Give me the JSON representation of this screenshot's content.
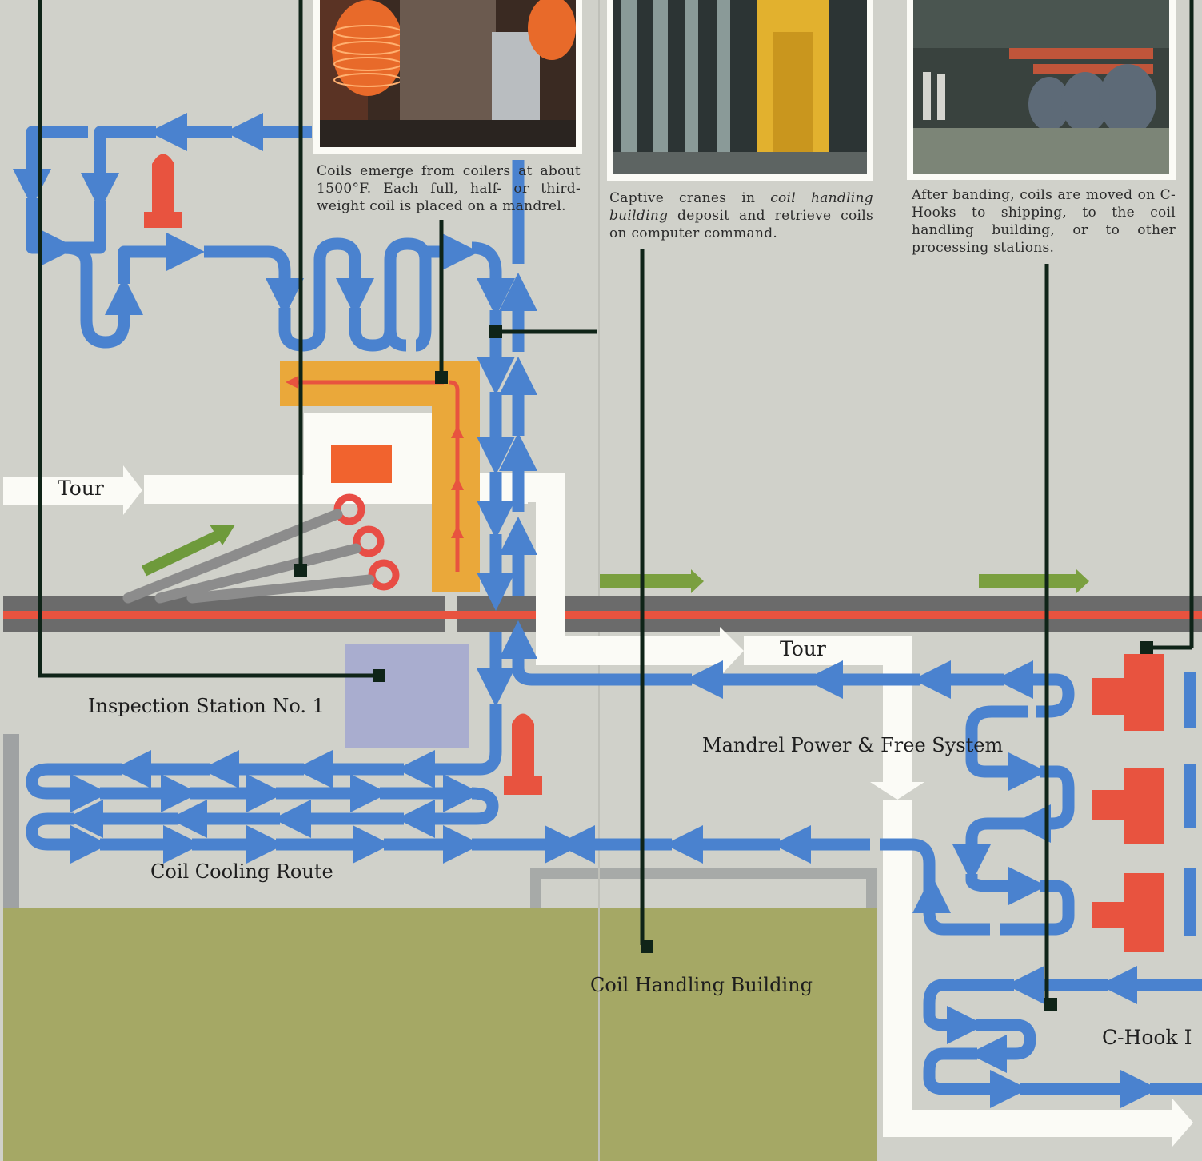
{
  "captions": {
    "coilers": "Coils emerge from coilers at about 1500°F. Each full, half- or third-weight coil is placed on a mandrel.",
    "cranes": {
      "part1": "Captive cranes in ",
      "italic1": "coil handling building",
      "part2": " deposit and retrieve coils on computer command."
    },
    "banding": "After banding, coils are moved on C-Hooks to shipping, to the coil handling building, or to other processing stations."
  },
  "labels": {
    "tour_left": "Tour",
    "tour_right": "Tour",
    "inspection": "Inspection Station No. 1",
    "mandrel": "Mandrel Power & Free System",
    "cooling": "Coil Cooling Route",
    "coil_building": "Coil Handling Building",
    "c_hook": "C-Hook I"
  },
  "colors": {
    "background": "#d0d1ca",
    "route_blue": "#4a82cf",
    "hot_red": "#e8533f",
    "tray_orange": "#eaa83a",
    "green_arrow": "#6e9a3b",
    "building_olive": "#a5a865",
    "inspection_box": "#a9adcf",
    "leader_line": "#0f2418"
  },
  "photos": [
    {
      "name": "coilers-photo",
      "subject": "red-hot coils at coilers"
    },
    {
      "name": "crane-photo",
      "subject": "captive crane in coil handling building"
    },
    {
      "name": "chook-photo",
      "subject": "coils on C-Hooks"
    }
  ]
}
